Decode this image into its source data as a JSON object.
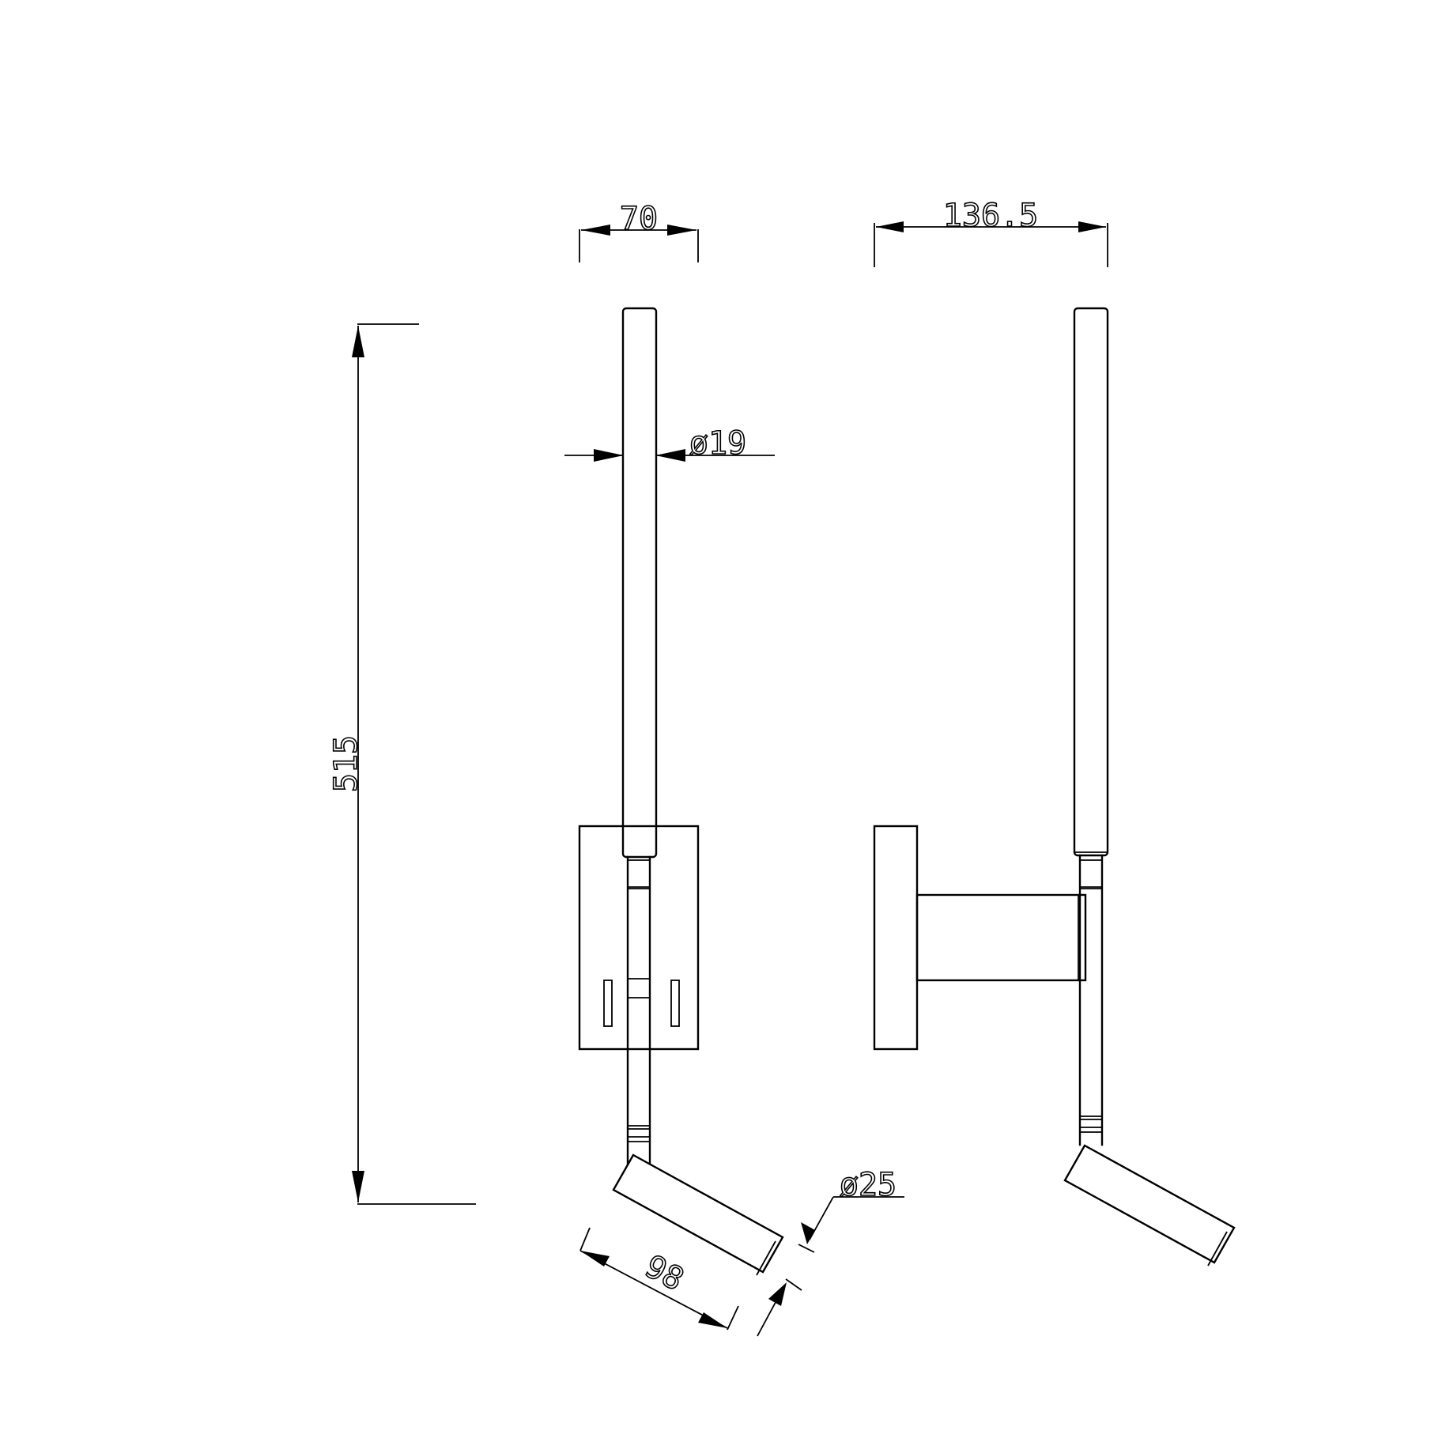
{
  "dimensions": {
    "front_width": "70",
    "side_depth": "136.5",
    "rod_diameter": "ø19",
    "total_height": "515",
    "head_diameter": "ø25",
    "head_length": "98"
  },
  "colors": {
    "line": "#000000",
    "background": "#ffffff"
  }
}
